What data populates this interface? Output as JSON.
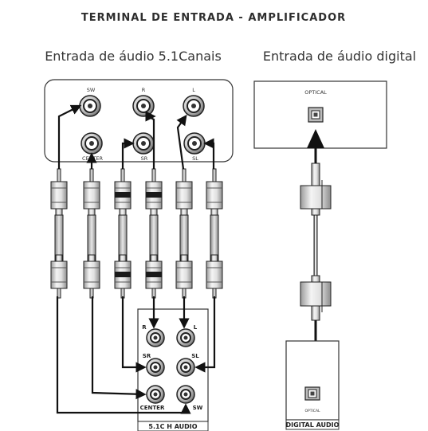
{
  "title": "TERMINAL DE ENTRADA - AMPLIFICADOR",
  "subtitle_left": "Entrada de áudio 5.1Canais",
  "subtitle_right": "Entrada de áudio digital",
  "amp_panel": {
    "jacks": {
      "sw": "SW",
      "r": "R",
      "l": "L",
      "center": "CENTER",
      "sr": "SR",
      "sl": "SL"
    },
    "optical_label": "OPTICAL"
  },
  "source_panel": {
    "jacks": {
      "r": "R",
      "l": "L",
      "sr": "SR",
      "sl": "SL",
      "center": "CENTER",
      "sw": "SW"
    },
    "caption": "5.1C H AUDIO"
  },
  "digital_source": {
    "optical_label": "OPTICAL",
    "caption": "DIGITAL AUDIO"
  }
}
